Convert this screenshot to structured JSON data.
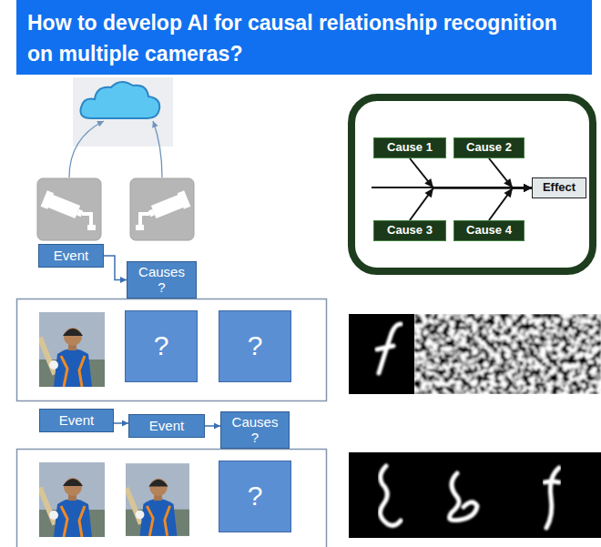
{
  "diagram": {
    "title": "How to develop AI for causal relationship recognition on multiple cameras?",
    "nodes": [
      {
        "text": [
          "Event"
        ]
      },
      {
        "text": [
          "Causes ?"
        ]
      },
      {
        "text": [
          "?"
        ]
      },
      {
        "text": [
          "?"
        ]
      },
      {
        "text": [
          "Event"
        ]
      },
      {
        "text": [
          "Event"
        ]
      },
      {
        "text": [
          "Causes ?"
        ]
      },
      {
        "text": [
          "?"
        ]
      },
      {
        "text": [
          "Cause 1"
        ]
      },
      {
        "text": [
          "Cause 2"
        ]
      },
      {
        "text": [
          "Cause 3"
        ]
      },
      {
        "text": [
          "Cause 4"
        ]
      },
      {
        "text": [
          "Effect"
        ]
      }
    ],
    "edges": [
      {
        "from": 0,
        "to": 1,
        "arrow": "to"
      },
      {
        "from": 4,
        "to": 5,
        "arrow": "to"
      },
      {
        "from": 5,
        "to": 6,
        "arrow": "to"
      },
      {
        "from": 8,
        "to": 12,
        "arrow": "to"
      },
      {
        "from": 9,
        "to": 12,
        "arrow": "to"
      },
      {
        "from": 10,
        "to": 12,
        "arrow": "to"
      },
      {
        "from": 11,
        "to": 12,
        "arrow": "to"
      }
    ]
  }
}
